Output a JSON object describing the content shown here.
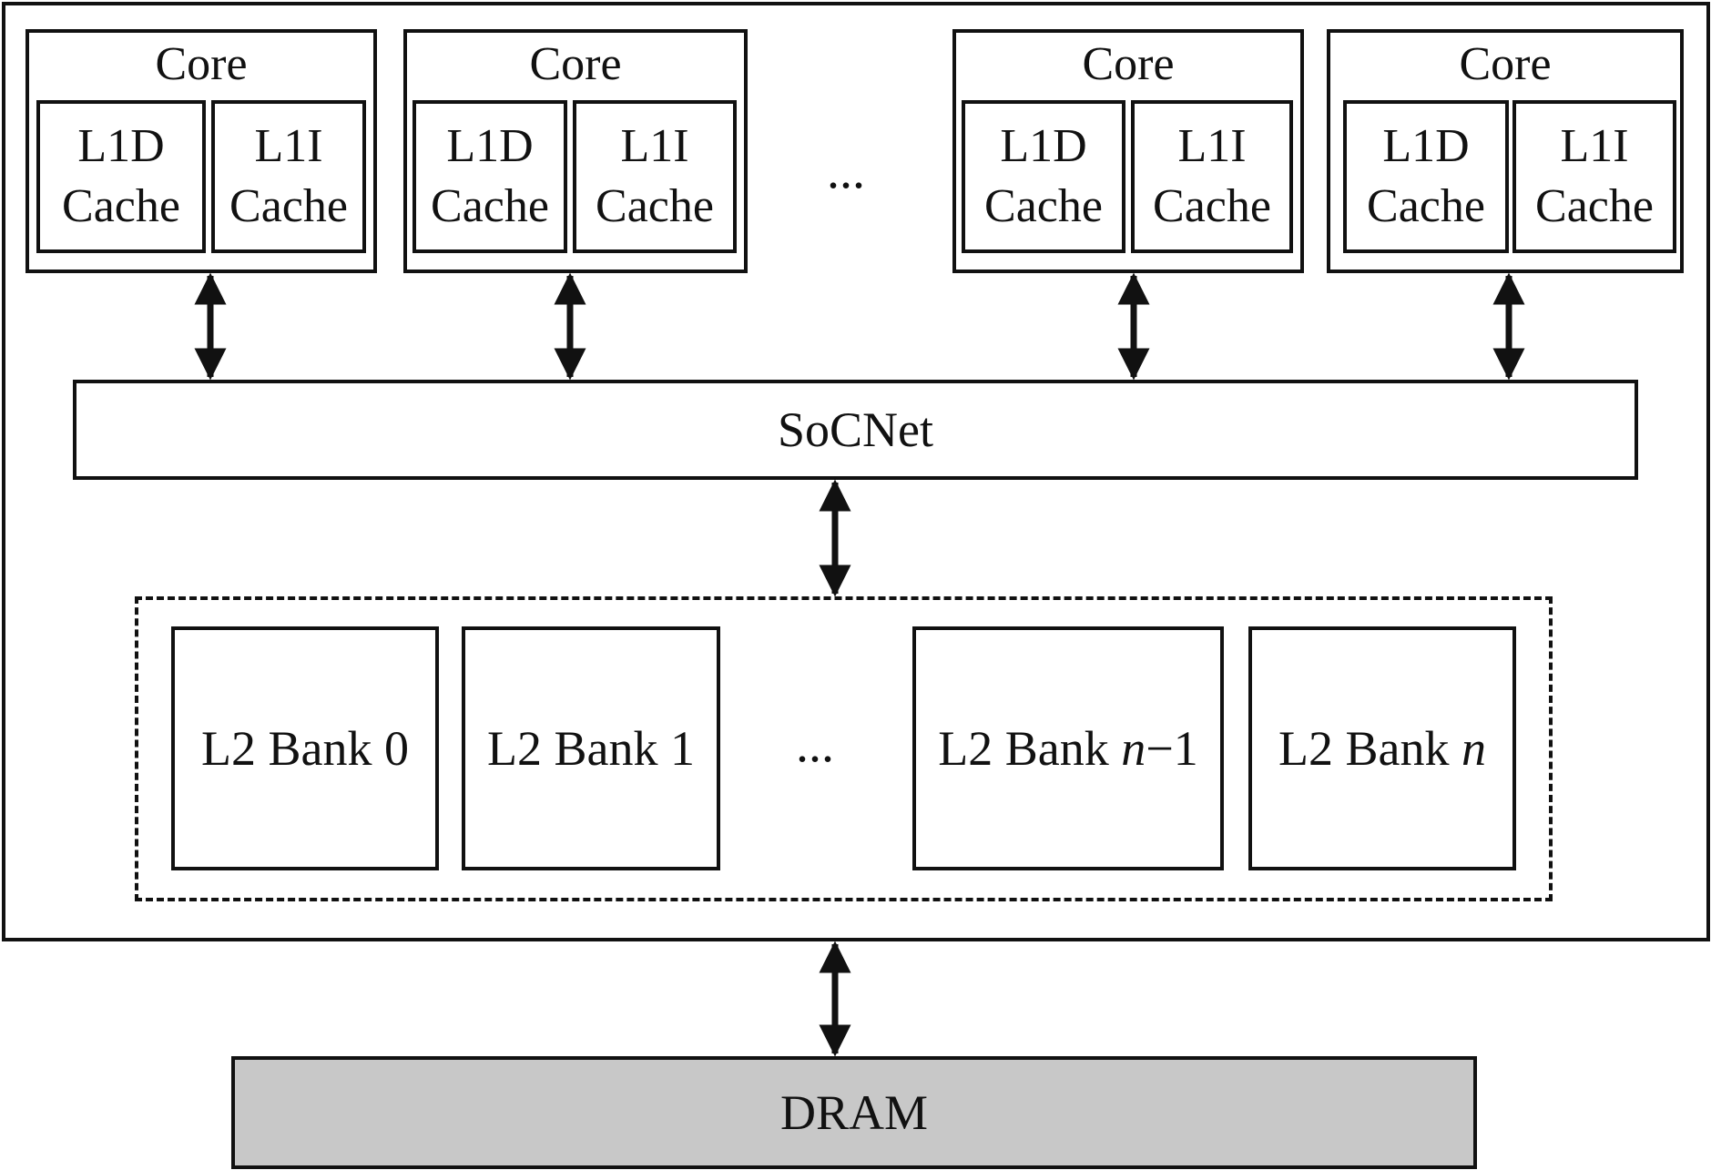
{
  "cores": [
    {
      "title": "Core",
      "l1d": [
        "L1D",
        "Cache"
      ],
      "l1i": [
        "L1I",
        "Cache"
      ]
    },
    {
      "title": "Core",
      "l1d": [
        "L1D",
        "Cache"
      ],
      "l1i": [
        "L1I",
        "Cache"
      ]
    },
    {
      "title": "Core",
      "l1d": [
        "L1D",
        "Cache"
      ],
      "l1i": [
        "L1I",
        "Cache"
      ]
    },
    {
      "title": "Core",
      "l1d": [
        "L1D",
        "Cache"
      ],
      "l1i": [
        "L1I",
        "Cache"
      ]
    }
  ],
  "core_ellipsis": "...",
  "socnet": "SoCNet",
  "l2_banks": [
    {
      "prefix": "L2 Bank ",
      "index": "0"
    },
    {
      "prefix": "L2 Bank ",
      "index": "1"
    },
    {
      "prefix": "L2 Bank ",
      "index_italic": "n",
      "index_suffix": "−1"
    },
    {
      "prefix": "L2 Bank ",
      "index_italic": "n"
    }
  ],
  "bank_ellipsis": "...",
  "dram": "DRAM",
  "colors": {
    "dram_fill": "#c8c8c8",
    "stroke": "#111111"
  }
}
